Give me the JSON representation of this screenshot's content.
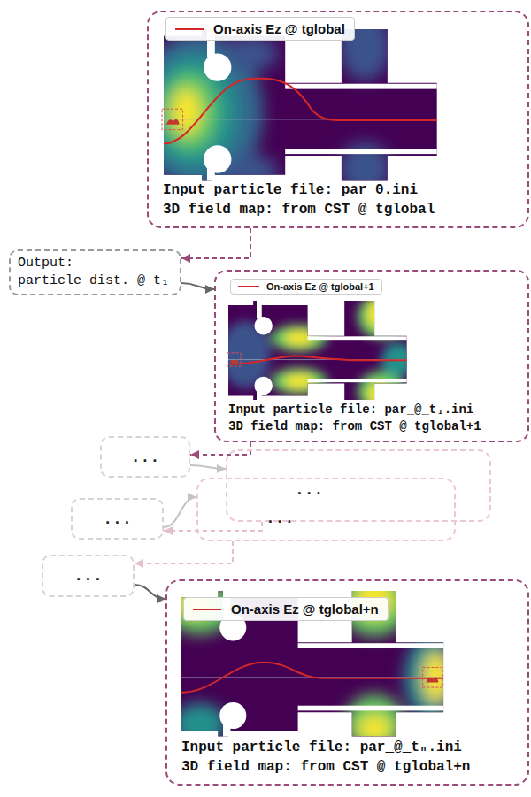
{
  "diagram": {
    "nodes": [
      {
        "text": [
          "Input particle file: par_0.ini",
          "3D field map: from CST @ tglobal"
        ]
      },
      {
        "text": [
          "Output:",
          "particle dist. @ t₁"
        ]
      },
      {
        "text": [
          "Input particle file: par_@_t₁.ini",
          "3D field map: from CST @ tglobal+1"
        ]
      },
      {
        "text": [
          "..."
        ]
      },
      {
        "text": [
          "..."
        ]
      },
      {
        "text": [
          "..."
        ]
      },
      {
        "text": [
          "..."
        ]
      },
      {
        "text": [
          "..."
        ]
      },
      {
        "text": [
          "Input particle file: par_@_tₙ.ini",
          "3D field map: from CST @ tglobal+n"
        ]
      }
    ],
    "edges": [
      {
        "from": 0,
        "to": 1,
        "arrow": "to"
      },
      {
        "from": 1,
        "to": 2,
        "arrow": "to"
      },
      {
        "from": 2,
        "to": 3,
        "arrow": "to"
      },
      {
        "from": 3,
        "to": 4,
        "arrow": "to"
      },
      {
        "from": 4,
        "to": 5,
        "arrow": "to"
      },
      {
        "from": 5,
        "to": 6,
        "arrow": "to"
      },
      {
        "from": 6,
        "to": 7,
        "arrow": "to"
      },
      {
        "from": 7,
        "to": 8,
        "arrow": "to"
      }
    ],
    "legend": [
      {
        "text": "On-axis Ez @ tglobal"
      },
      {
        "text": "On-axis Ez @ tglobal+1"
      },
      {
        "text": "On-axis Ez @ tglobal+n"
      }
    ]
  }
}
